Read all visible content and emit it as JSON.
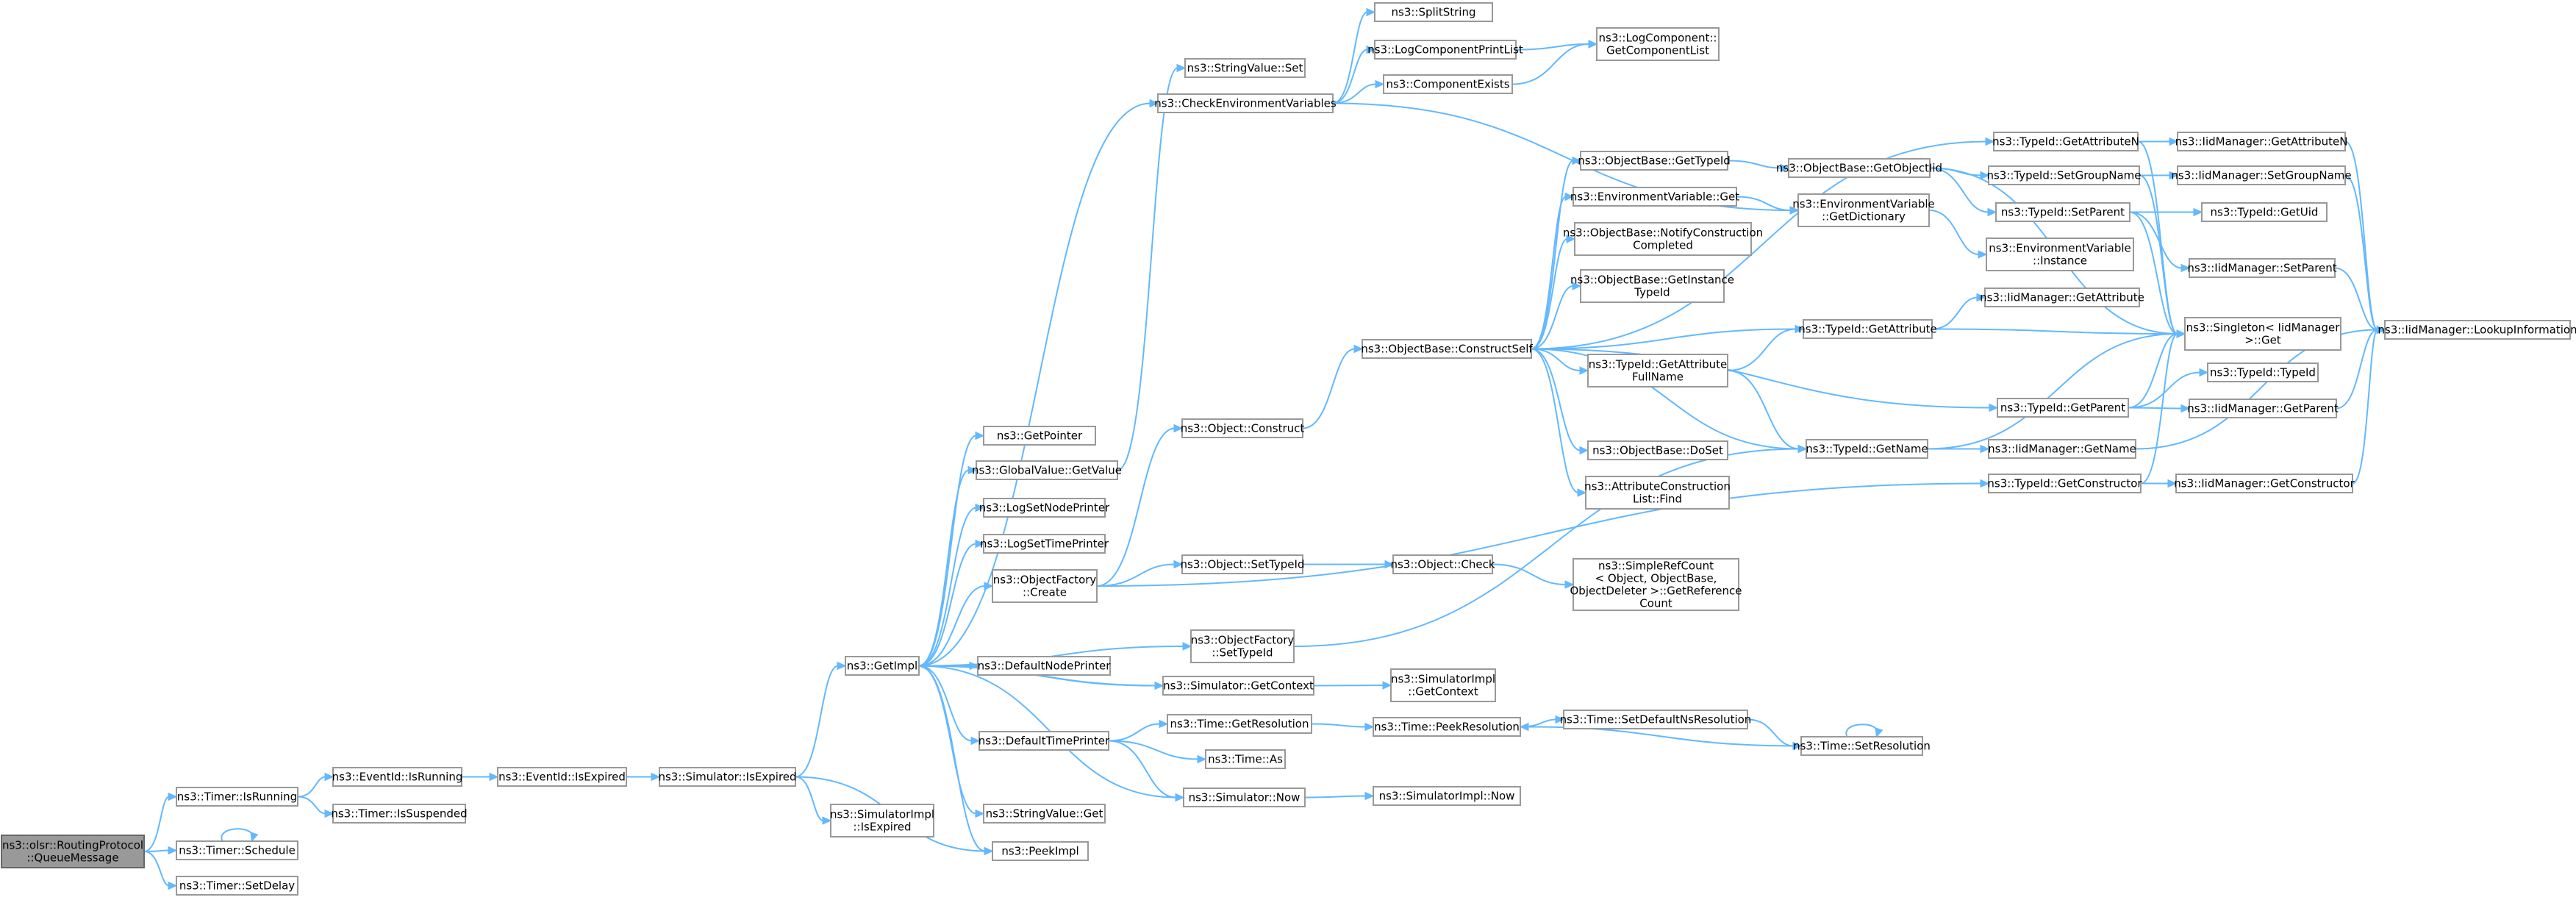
{
  "graph": {
    "edge_color": "#63b8ff",
    "node_border": "#999999",
    "root_fill": "#999999",
    "nodes": [
      {
        "id": "root",
        "label": [
          "ns3::olsr::RoutingProtocol",
          "::QueueMessage"
        ],
        "root": true
      },
      {
        "id": "timer_isrunning",
        "label": [
          "ns3::Timer::IsRunning"
        ]
      },
      {
        "id": "timer_schedule",
        "label": [
          "ns3::Timer::Schedule"
        ]
      },
      {
        "id": "timer_setdelay",
        "label": [
          "ns3::Timer::SetDelay"
        ]
      },
      {
        "id": "eventid_isrunning",
        "label": [
          "ns3::EventId::IsRunning"
        ]
      },
      {
        "id": "timer_issuspended",
        "label": [
          "ns3::Timer::IsSuspended"
        ]
      },
      {
        "id": "eventid_isexpired",
        "label": [
          "ns3::EventId::IsExpired"
        ]
      },
      {
        "id": "sim_isexpired",
        "label": [
          "ns3::Simulator::IsExpired"
        ]
      },
      {
        "id": "simimpl_isexpired",
        "label": [
          "ns3::SimulatorImpl",
          "::IsExpired"
        ]
      },
      {
        "id": "getimpl",
        "label": [
          "ns3::GetImpl"
        ]
      },
      {
        "id": "getpointer",
        "label": [
          "ns3::GetPointer"
        ]
      },
      {
        "id": "globalvalue_getvalue",
        "label": [
          "ns3::GlobalValue::GetValue"
        ]
      },
      {
        "id": "logsetnodeprinter",
        "label": [
          "ns3::LogSetNodePrinter"
        ]
      },
      {
        "id": "logsettimeprinter",
        "label": [
          "ns3::LogSetTimePrinter"
        ]
      },
      {
        "id": "objectfactory_create",
        "label": [
          "ns3::ObjectFactory",
          "::Create"
        ]
      },
      {
        "id": "defaultnodeprinter",
        "label": [
          "ns3::DefaultNodePrinter"
        ]
      },
      {
        "id": "defaulttimeprinter",
        "label": [
          "ns3::DefaultTimePrinter"
        ]
      },
      {
        "id": "stringvalue_get",
        "label": [
          "ns3::StringValue::Get"
        ]
      },
      {
        "id": "peekimpl",
        "label": [
          "ns3::PeekImpl"
        ]
      },
      {
        "id": "stringvalue_set",
        "label": [
          "ns3::StringValue::Set"
        ]
      },
      {
        "id": "checkenv",
        "label": [
          "ns3::CheckEnvironmentVariables"
        ]
      },
      {
        "id": "splitstring",
        "label": [
          "ns3::SplitString"
        ]
      },
      {
        "id": "logcomponentprintlist",
        "label": [
          "ns3::LogComponentPrintList"
        ]
      },
      {
        "id": "componentexists",
        "label": [
          "ns3::ComponentExists"
        ]
      },
      {
        "id": "logcomponent_getlist",
        "label": [
          "ns3::LogComponent::",
          "GetComponentList"
        ]
      },
      {
        "id": "object_construct",
        "label": [
          "ns3::Object::Construct"
        ]
      },
      {
        "id": "object_settypeid",
        "label": [
          "ns3::Object::SetTypeId"
        ]
      },
      {
        "id": "objectfactory_settypeid",
        "label": [
          "ns3::ObjectFactory",
          "::SetTypeId"
        ]
      },
      {
        "id": "sim_getcontext",
        "label": [
          "ns3::Simulator::GetContext"
        ]
      },
      {
        "id": "time_getresolution",
        "label": [
          "ns3::Time::GetResolution"
        ]
      },
      {
        "id": "time_as",
        "label": [
          "ns3::Time::As"
        ]
      },
      {
        "id": "sim_now",
        "label": [
          "ns3::Simulator::Now"
        ]
      },
      {
        "id": "objectbase_constructself",
        "label": [
          "ns3::ObjectBase::ConstructSelf"
        ]
      },
      {
        "id": "object_check",
        "label": [
          "ns3::Object::Check"
        ]
      },
      {
        "id": "simimpl_getcontext",
        "label": [
          "ns3::SimulatorImpl",
          "::GetContext"
        ]
      },
      {
        "id": "time_peekresolution",
        "label": [
          "ns3::Time::PeekResolution"
        ]
      },
      {
        "id": "simimpl_now",
        "label": [
          "ns3::SimulatorImpl::Now"
        ]
      },
      {
        "id": "objectbase_gettypeid",
        "label": [
          "ns3::ObjectBase::GetTypeId"
        ]
      },
      {
        "id": "envvar_get",
        "label": [
          "ns3::EnvironmentVariable::Get"
        ]
      },
      {
        "id": "objectbase_notify",
        "label": [
          "ns3::ObjectBase::NotifyConstruction",
          "Completed"
        ]
      },
      {
        "id": "objectbase_getinstancetypeid",
        "label": [
          "ns3::ObjectBase::GetInstance",
          "TypeId"
        ]
      },
      {
        "id": "typeid_getattributefullname",
        "label": [
          "ns3::TypeId::GetAttribute",
          "FullName"
        ]
      },
      {
        "id": "objectbase_doset",
        "label": [
          "ns3::ObjectBase::DoSet"
        ]
      },
      {
        "id": "attrconstructionlist_find",
        "label": [
          "ns3::AttributeConstruction",
          "List::Find"
        ]
      },
      {
        "id": "simplerefcount",
        "label": [
          "ns3::SimpleRefCount",
          "< Object, ObjectBase,",
          "ObjectDeleter >::GetReference",
          "Count"
        ]
      },
      {
        "id": "time_setdefaultnsres",
        "label": [
          "ns3::Time::SetDefaultNsResolution"
        ]
      },
      {
        "id": "time_setresolution",
        "label": [
          "ns3::Time::SetResolution"
        ]
      },
      {
        "id": "objectbase_getobjectiid",
        "label": [
          "ns3::ObjectBase::GetObjectIid"
        ]
      },
      {
        "id": "envvar_getdictionary",
        "label": [
          "ns3::EnvironmentVariable",
          "::GetDictionary"
        ]
      },
      {
        "id": "typeid_getattribute",
        "label": [
          "ns3::TypeId::GetAttribute"
        ]
      },
      {
        "id": "typeid_getname",
        "label": [
          "ns3::TypeId::GetName"
        ]
      },
      {
        "id": "typeid_getattributen",
        "label": [
          "ns3::TypeId::GetAttributeN"
        ]
      },
      {
        "id": "typeid_setgroupname",
        "label": [
          "ns3::TypeId::SetGroupName"
        ]
      },
      {
        "id": "typeid_setparent",
        "label": [
          "ns3::TypeId::SetParent"
        ]
      },
      {
        "id": "envvar_instance",
        "label": [
          "ns3::EnvironmentVariable",
          "::Instance"
        ]
      },
      {
        "id": "iid_getattribute",
        "label": [
          "ns3::IidManager::GetAttribute"
        ]
      },
      {
        "id": "typeid_getparent",
        "label": [
          "ns3::TypeId::GetParent"
        ]
      },
      {
        "id": "iid_getname",
        "label": [
          "ns3::IidManager::GetName"
        ]
      },
      {
        "id": "typeid_getconstructor",
        "label": [
          "ns3::TypeId::GetConstructor"
        ]
      },
      {
        "id": "iid_getattributen",
        "label": [
          "ns3::IidManager::GetAttributeN"
        ]
      },
      {
        "id": "iid_setgroupname",
        "label": [
          "ns3::IidManager::SetGroupName"
        ]
      },
      {
        "id": "typeid_getuid",
        "label": [
          "ns3::TypeId::GetUid"
        ]
      },
      {
        "id": "iid_setparent",
        "label": [
          "ns3::IidManager::SetParent"
        ]
      },
      {
        "id": "singleton_get",
        "label": [
          "ns3::Singleton< IidManager",
          ">::Get"
        ]
      },
      {
        "id": "typeid_typeid",
        "label": [
          "ns3::TypeId::TypeId"
        ]
      },
      {
        "id": "iid_getparent",
        "label": [
          "ns3::IidManager::GetParent"
        ]
      },
      {
        "id": "iid_getconstructor",
        "label": [
          "ns3::IidManager::GetConstructor"
        ]
      },
      {
        "id": "iid_lookupinformation",
        "label": [
          "ns3::IidManager::LookupInformation"
        ]
      }
    ],
    "edges": [
      [
        "root",
        "timer_isrunning"
      ],
      [
        "root",
        "timer_schedule"
      ],
      [
        "root",
        "timer_setdelay"
      ],
      [
        "timer_schedule",
        "timer_schedule"
      ],
      [
        "timer_isrunning",
        "eventid_isrunning"
      ],
      [
        "timer_isrunning",
        "timer_issuspended"
      ],
      [
        "eventid_isrunning",
        "eventid_isexpired"
      ],
      [
        "eventid_isexpired",
        "sim_isexpired"
      ],
      [
        "sim_isexpired",
        "getimpl"
      ],
      [
        "sim_isexpired",
        "simimpl_isexpired"
      ],
      [
        "sim_isexpired",
        "peekimpl"
      ],
      [
        "getimpl",
        "getpointer"
      ],
      [
        "getimpl",
        "globalvalue_getvalue"
      ],
      [
        "getimpl",
        "logsetnodeprinter"
      ],
      [
        "getimpl",
        "logsettimeprinter"
      ],
      [
        "getimpl",
        "objectfactory_create"
      ],
      [
        "getimpl",
        "defaultnodeprinter"
      ],
      [
        "getimpl",
        "defaulttimeprinter"
      ],
      [
        "getimpl",
        "stringvalue_get"
      ],
      [
        "getimpl",
        "peekimpl"
      ],
      [
        "getimpl",
        "objectfactory_settypeid"
      ],
      [
        "getimpl",
        "sim_getcontext"
      ],
      [
        "getimpl",
        "sim_now"
      ],
      [
        "getimpl",
        "checkenv"
      ],
      [
        "sim_getcontext",
        "getimpl"
      ],
      [
        "globalvalue_getvalue",
        "stringvalue_set"
      ],
      [
        "checkenv",
        "splitstring"
      ],
      [
        "checkenv",
        "logcomponentprintlist"
      ],
      [
        "checkenv",
        "componentexists"
      ],
      [
        "checkenv",
        "envvar_getdictionary"
      ],
      [
        "logcomponentprintlist",
        "logcomponent_getlist"
      ],
      [
        "componentexists",
        "logcomponent_getlist"
      ],
      [
        "objectfactory_create",
        "object_construct"
      ],
      [
        "objectfactory_create",
        "object_settypeid"
      ],
      [
        "objectfactory_create",
        "typeid_getconstructor"
      ],
      [
        "object_construct",
        "objectbase_constructself"
      ],
      [
        "object_settypeid",
        "object_check"
      ],
      [
        "object_check",
        "simplerefcount"
      ],
      [
        "objectfactory_settypeid",
        "typeid_getname"
      ],
      [
        "sim_getcontext",
        "simimpl_getcontext"
      ],
      [
        "defaulttimeprinter",
        "time_getresolution"
      ],
      [
        "defaulttimeprinter",
        "time_as"
      ],
      [
        "defaulttimeprinter",
        "sim_now"
      ],
      [
        "time_getresolution",
        "time_peekresolution"
      ],
      [
        "time_peekresolution",
        "time_setdefaultnsres"
      ],
      [
        "time_setdefaultnsres",
        "time_setresolution"
      ],
      [
        "time_setresolution",
        "time_peekresolution"
      ],
      [
        "time_setresolution",
        "time_setresolution"
      ],
      [
        "sim_now",
        "simimpl_now"
      ],
      [
        "objectbase_constructself",
        "objectbase_gettypeid"
      ],
      [
        "objectbase_constructself",
        "envvar_get"
      ],
      [
        "objectbase_constructself",
        "objectbase_notify"
      ],
      [
        "objectbase_constructself",
        "objectbase_getinstancetypeid"
      ],
      [
        "objectbase_constructself",
        "typeid_getattributefullname"
      ],
      [
        "objectbase_constructself",
        "objectbase_doset"
      ],
      [
        "objectbase_constructself",
        "attrconstructionlist_find"
      ],
      [
        "objectbase_constructself",
        "typeid_getattribute"
      ],
      [
        "objectbase_constructself",
        "typeid_getattributen"
      ],
      [
        "objectbase_constructself",
        "typeid_getparent"
      ],
      [
        "objectbase_constructself",
        "typeid_getname"
      ],
      [
        "objectbase_gettypeid",
        "objectbase_getobjectiid"
      ],
      [
        "envvar_get",
        "envvar_getdictionary"
      ],
      [
        "typeid_getattributefullname",
        "typeid_getattribute"
      ],
      [
        "typeid_getattributefullname",
        "typeid_getname"
      ],
      [
        "objectbase_getobjectiid",
        "typeid_setgroupname"
      ],
      [
        "objectbase_getobjectiid",
        "typeid_setparent"
      ],
      [
        "objectbase_getobjectiid",
        "singleton_get"
      ],
      [
        "envvar_getdictionary",
        "envvar_instance"
      ],
      [
        "typeid_getattribute",
        "iid_getattribute"
      ],
      [
        "typeid_getattribute",
        "singleton_get"
      ],
      [
        "typeid_getname",
        "iid_getname"
      ],
      [
        "typeid_getname",
        "singleton_get"
      ],
      [
        "typeid_getattributen",
        "iid_getattributen"
      ],
      [
        "typeid_getattributen",
        "singleton_get"
      ],
      [
        "typeid_setgroupname",
        "iid_setgroupname"
      ],
      [
        "typeid_setgroupname",
        "singleton_get"
      ],
      [
        "typeid_setparent",
        "typeid_getuid"
      ],
      [
        "typeid_setparent",
        "iid_setparent"
      ],
      [
        "typeid_setparent",
        "singleton_get"
      ],
      [
        "typeid_getparent",
        "typeid_typeid"
      ],
      [
        "typeid_getparent",
        "iid_getparent"
      ],
      [
        "typeid_getparent",
        "singleton_get"
      ],
      [
        "typeid_getconstructor",
        "iid_getconstructor"
      ],
      [
        "typeid_getconstructor",
        "singleton_get"
      ],
      [
        "iid_getattributen",
        "iid_lookupinformation"
      ],
      [
        "iid_setgroupname",
        "iid_lookupinformation"
      ],
      [
        "iid_setparent",
        "iid_lookupinformation"
      ],
      [
        "iid_getparent",
        "iid_lookupinformation"
      ],
      [
        "iid_getname",
        "iid_lookupinformation"
      ],
      [
        "iid_getconstructor",
        "iid_lookupinformation"
      ]
    ]
  }
}
